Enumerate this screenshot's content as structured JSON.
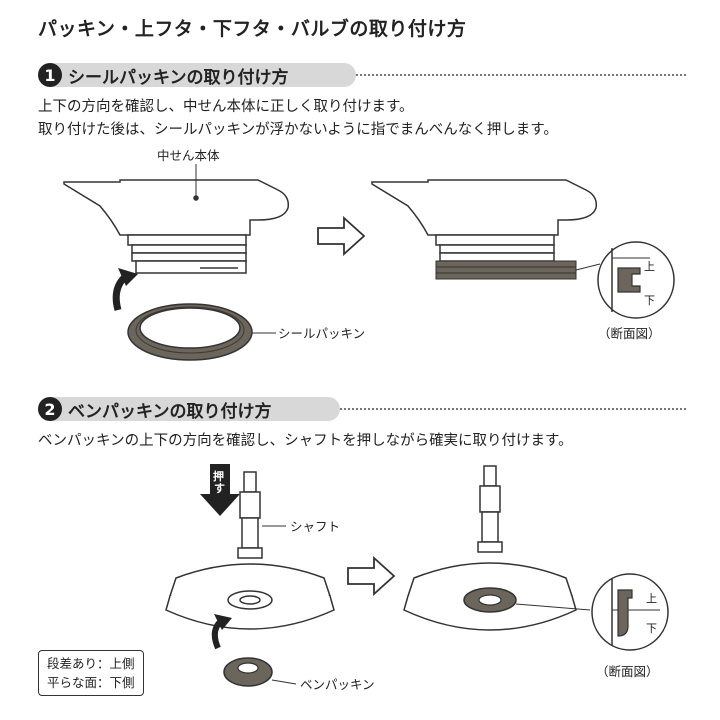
{
  "title": "パッキン・上フタ・下フタ・バルブの取り付け方",
  "section1": {
    "number": "1",
    "heading": "シールパッキンの取り付け方",
    "line1": "上下の方向を確認し、中せん本体に正しく取り付けます。",
    "line2": "取り付けた後は、シールパッキンが浮かないように指でまんべんなく押します。",
    "label_body": "中せん本体",
    "label_packing": "シールパッキン",
    "cross_section": "（断面図）",
    "up": "上",
    "down": "下"
  },
  "section2": {
    "number": "2",
    "heading": "ベンパッキンの取り付け方",
    "line1": "ベンパッキンの上下の方向を確認し、シャフトを押しながら確実に取り付けます。",
    "push_label_1": "押",
    "push_label_2": "す",
    "label_shaft": "シャフト",
    "label_packing": "ベンパッキン",
    "legend_line1": "段差あり：上側",
    "legend_line2": "平らな面：下側",
    "cross_section": "（断面図）",
    "up": "上",
    "down": "下"
  },
  "colors": {
    "packing": "#6b655c",
    "packing_dark": "#3f3a33",
    "highlight": "#d8d8d8",
    "outline": "#333333"
  },
  "icons": [
    "arrow-right-outline-icon",
    "curved-arrow-icon",
    "push-down-arrow-icon"
  ]
}
